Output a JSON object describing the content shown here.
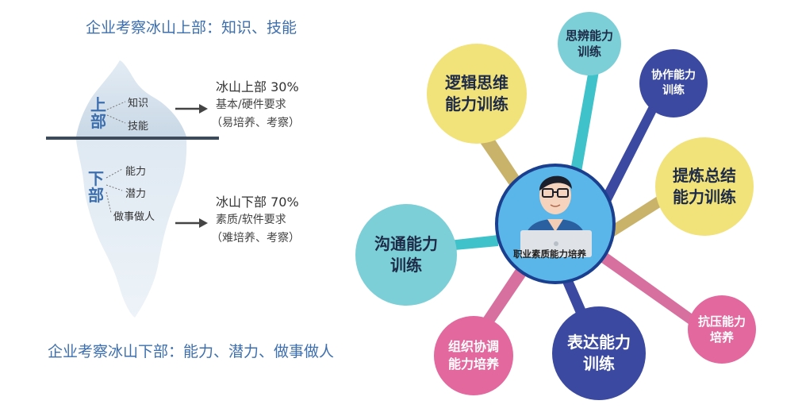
{
  "left": {
    "top_title": "企业考察冰山上部：知识、技能",
    "bottom_title": "企业考察冰山下部：能力、潜力、做事做人",
    "upper": {
      "char1": "上",
      "char2": "部",
      "items": [
        "知识",
        "技能"
      ],
      "stat_line1": "冰山上部 30%",
      "stat_line2": "基本/硬件要求",
      "stat_line3": "（易培养、考察）"
    },
    "lower": {
      "char1": "下",
      "char2": "部",
      "items": [
        "能力",
        "潜力",
        "做事做人"
      ],
      "stat_line1": "冰山下部 70%",
      "stat_line2": "素质/软件要求",
      "stat_line3": "（难培养、考察）"
    }
  },
  "right": {
    "center_label": "职业素质能力培养",
    "bubbles": [
      {
        "id": "siban",
        "line1": "思辨能力",
        "line2": "训练",
        "color": "#7ccfd6"
      },
      {
        "id": "xiezuo",
        "line1": "协作能力",
        "line2": "训练",
        "color": "#3b4aa0"
      },
      {
        "id": "luoji",
        "line1": "逻辑思维",
        "line2": "能力训练",
        "color": "#f1e27a"
      },
      {
        "id": "tilian",
        "line1": "提炼总结",
        "line2": "能力训练",
        "color": "#f1e27a"
      },
      {
        "id": "goutong",
        "line1": "沟通能力",
        "line2": "训练",
        "color": "#7ccfd6"
      },
      {
        "id": "kangya",
        "line1": "抗压能力",
        "line2": "培养",
        "color": "#e2689e"
      },
      {
        "id": "zuzhi",
        "line1": "组织协调",
        "line2": "能力培养",
        "color": "#e2689e"
      },
      {
        "id": "biaoda",
        "line1": "表达能力",
        "line2": "训练",
        "color": "#3b4aa0"
      }
    ]
  }
}
